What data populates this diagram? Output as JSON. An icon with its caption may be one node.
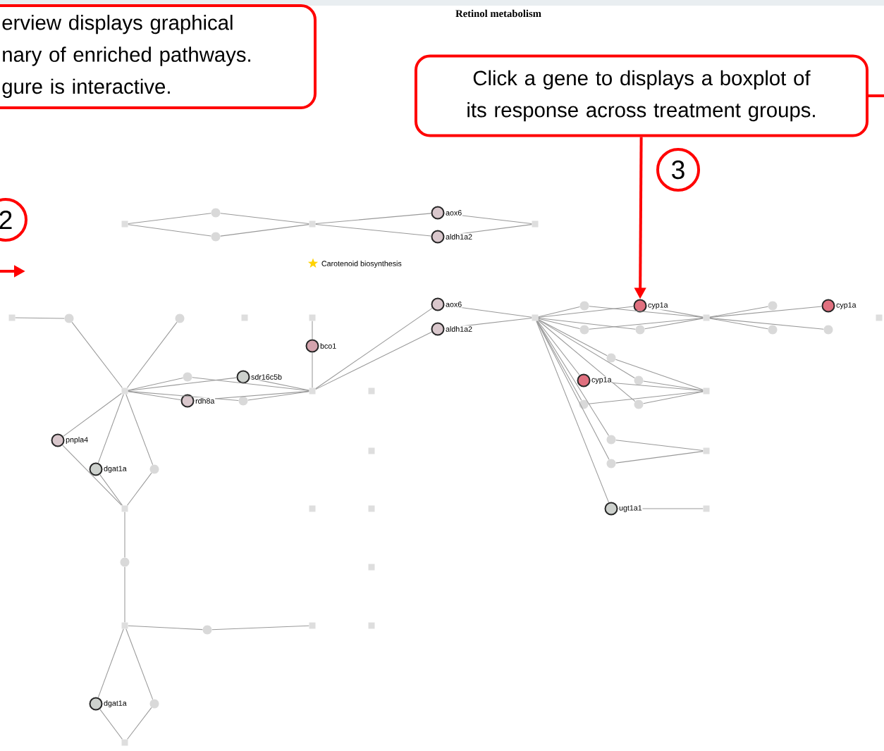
{
  "diagram": {
    "title": "Retinol metabolism",
    "nodes": [
      {
        "text": [
          "erview displays graphical nary of enriched pathways. gure is interactive."
        ]
      },
      {
        "text": [
          "Click a gene to displays a boxplot of its response across treatment groups."
        ]
      },
      {
        "text": [
          "3"
        ]
      },
      {
        "text": [
          "2"
        ]
      },
      {
        "text": [],
        "shape": "box"
      },
      {
        "text": [],
        "shape": "circle"
      },
      {
        "text": [],
        "shape": "circle"
      },
      {
        "text": [],
        "shape": "box"
      },
      {
        "text": [],
        "shape": "circle",
        "beside": [
          "aox6"
        ]
      },
      {
        "text": [],
        "shape": "circle",
        "beside": [
          "aldh1a2"
        ]
      },
      {
        "text": [],
        "shape": "box"
      },
      {
        "text": [],
        "shape": "box"
      },
      {
        "text": [],
        "shape": "circle"
      },
      {
        "text": [],
        "shape": "circle"
      },
      {
        "text": [],
        "shape": "box"
      },
      {
        "text": [],
        "shape": "box"
      },
      {
        "text": [],
        "shape": "circle",
        "beside": [
          "aox6"
        ]
      },
      {
        "text": [],
        "shape": "circle",
        "beside": [
          "aldh1a2"
        ]
      },
      {
        "text": [],
        "shape": "box"
      },
      {
        "text": [],
        "shape": "circle"
      },
      {
        "text": [],
        "shape": "circle",
        "beside": [
          "cyp1a"
        ]
      },
      {
        "text": [],
        "shape": "circle"
      },
      {
        "text": [],
        "shape": "circle"
      },
      {
        "text": [],
        "shape": "box"
      },
      {
        "text": [],
        "shape": "circle"
      },
      {
        "text": [],
        "shape": "circle",
        "beside": [
          "cyp1a"
        ]
      },
      {
        "text": [],
        "shape": "circle"
      },
      {
        "text": [],
        "shape": "circle"
      },
      {
        "text": [],
        "shape": "box"
      },
      {
        "text": [],
        "shape": "circle",
        "beside": [
          "bco1"
        ]
      },
      {
        "text": [],
        "shape": "circle"
      },
      {
        "text": [],
        "shape": "circle"
      },
      {
        "text": [],
        "shape": "circle",
        "beside": [
          "sdr16c5b"
        ]
      },
      {
        "text": [],
        "shape": "circle",
        "beside": [
          "cyp1a"
        ]
      },
      {
        "text": [],
        "shape": "circle"
      },
      {
        "text": [],
        "shape": "box"
      },
      {
        "text": [],
        "shape": "box"
      },
      {
        "text": [],
        "shape": "box"
      },
      {
        "text": [],
        "shape": "box"
      },
      {
        "text": [],
        "shape": "circle",
        "beside": [
          "rdh8a"
        ]
      },
      {
        "text": [],
        "shape": "circle"
      },
      {
        "text": [],
        "shape": "circle"
      },
      {
        "text": [],
        "shape": "circle"
      },
      {
        "text": [],
        "shape": "circle"
      },
      {
        "text": [],
        "shape": "circle",
        "beside": [
          "pnpla4"
        ]
      },
      {
        "text": [],
        "shape": "box"
      },
      {
        "text": [],
        "shape": "box"
      },
      {
        "text": [],
        "shape": "circle"
      },
      {
        "text": [],
        "shape": "circle",
        "beside": [
          "dgat1a"
        ]
      },
      {
        "text": [],
        "shape": "circle"
      },
      {
        "text": [],
        "shape": "box"
      },
      {
        "text": [],
        "shape": "box"
      },
      {
        "text": [],
        "shape": "box"
      },
      {
        "text": [],
        "shape": "circle",
        "beside": [
          "ugt1a1"
        ]
      },
      {
        "text": [],
        "shape": "box"
      },
      {
        "text": [],
        "shape": "circle"
      },
      {
        "text": [],
        "shape": "box"
      },
      {
        "text": [],
        "shape": "box"
      },
      {
        "text": [],
        "shape": "circle"
      },
      {
        "text": [],
        "shape": "box"
      },
      {
        "text": [],
        "shape": "box"
      },
      {
        "text": [],
        "shape": "circle",
        "beside": [
          "dgat1a"
        ]
      },
      {
        "text": [],
        "shape": "circle"
      },
      {
        "text": [],
        "shape": "box"
      }
    ],
    "edges": [
      {
        "from": 1,
        "to": 20,
        "arrow": "to",
        "style": "thick",
        "color": "#ff0000"
      },
      {
        "from": 1,
        "to": null,
        "arrow": "none",
        "style": "thick",
        "color": "#ff0000"
      },
      {
        "from": 4,
        "to": 5,
        "arrow": "none"
      },
      {
        "from": 4,
        "to": 6,
        "arrow": "none"
      },
      {
        "from": 5,
        "to": 7,
        "arrow": "none"
      },
      {
        "from": 6,
        "to": 7,
        "arrow": "none"
      },
      {
        "from": 7,
        "to": 8,
        "arrow": "none"
      },
      {
        "from": 7,
        "to": 9,
        "arrow": "none"
      },
      {
        "from": 8,
        "to": 10,
        "arrow": "none"
      },
      {
        "from": 9,
        "to": 10,
        "arrow": "none"
      },
      {
        "from": 11,
        "to": 12,
        "arrow": "none"
      },
      {
        "from": 12,
        "to": 35,
        "arrow": "none"
      },
      {
        "from": 13,
        "to": 35,
        "arrow": "none"
      },
      {
        "from": 35,
        "to": 31,
        "arrow": "none"
      },
      {
        "from": 31,
        "to": 36,
        "arrow": "none"
      },
      {
        "from": 35,
        "to": 32,
        "arrow": "none"
      },
      {
        "from": 32,
        "to": 36,
        "arrow": "none"
      },
      {
        "from": 35,
        "to": 39,
        "arrow": "none"
      },
      {
        "from": 39,
        "to": 36,
        "arrow": "none"
      },
      {
        "from": 35,
        "to": 40,
        "arrow": "none"
      },
      {
        "from": 40,
        "to": 36,
        "arrow": "none"
      },
      {
        "from": 15,
        "to": 29,
        "arrow": "none"
      },
      {
        "from": 29,
        "to": 36,
        "arrow": "none"
      },
      {
        "from": 36,
        "to": 16,
        "arrow": "none"
      },
      {
        "from": 36,
        "to": 17,
        "arrow": "none"
      },
      {
        "from": 16,
        "to": 18,
        "arrow": "none"
      },
      {
        "from": 17,
        "to": 18,
        "arrow": "none"
      },
      {
        "from": 18,
        "to": 19,
        "arrow": "none"
      },
      {
        "from": 19,
        "to": 23,
        "arrow": "none"
      },
      {
        "from": 18,
        "to": 20,
        "arrow": "none"
      },
      {
        "from": 20,
        "to": 23,
        "arrow": "none"
      },
      {
        "from": 18,
        "to": 21,
        "arrow": "none"
      },
      {
        "from": 21,
        "to": 23,
        "arrow": "none"
      },
      {
        "from": 18,
        "to": 22,
        "arrow": "none"
      },
      {
        "from": 22,
        "to": 23,
        "arrow": "none"
      },
      {
        "from": 23,
        "to": 24,
        "arrow": "none"
      },
      {
        "from": 23,
        "to": 25,
        "arrow": "none"
      },
      {
        "from": 23,
        "to": 26,
        "arrow": "none"
      },
      {
        "from": 23,
        "to": 27,
        "arrow": "none"
      },
      {
        "from": 18,
        "to": 30,
        "arrow": "none"
      },
      {
        "from": 30,
        "to": 38,
        "arrow": "none"
      },
      {
        "from": 18,
        "to": 34,
        "arrow": "none"
      },
      {
        "from": 34,
        "to": 38,
        "arrow": "none"
      },
      {
        "from": 18,
        "to": 33,
        "arrow": "none"
      },
      {
        "from": 33,
        "to": 38,
        "arrow": "none"
      },
      {
        "from": 18,
        "to": 41,
        "arrow": "none"
      },
      {
        "from": 41,
        "to": 38,
        "arrow": "none"
      },
      {
        "from": 18,
        "to": 42,
        "arrow": "none"
      },
      {
        "from": 42,
        "to": 38,
        "arrow": "none"
      },
      {
        "from": 18,
        "to": 43,
        "arrow": "none"
      },
      {
        "from": 43,
        "to": 46,
        "arrow": "none"
      },
      {
        "from": 18,
        "to": 47,
        "arrow": "none"
      },
      {
        "from": 47,
        "to": 46,
        "arrow": "none"
      },
      {
        "from": 18,
        "to": 53,
        "arrow": "none"
      },
      {
        "from": 53,
        "to": 54,
        "arrow": "none"
      },
      {
        "from": 35,
        "to": 44,
        "arrow": "none"
      },
      {
        "from": 35,
        "to": 48,
        "arrow": "none"
      },
      {
        "from": 35,
        "to": 49,
        "arrow": "none"
      },
      {
        "from": 44,
        "to": 50,
        "arrow": "none"
      },
      {
        "from": 48,
        "to": 50,
        "arrow": "none"
      },
      {
        "from": 49,
        "to": 50,
        "arrow": "none"
      },
      {
        "from": 50,
        "to": 55,
        "arrow": "none"
      },
      {
        "from": 55,
        "to": 57,
        "arrow": "none"
      },
      {
        "from": 57,
        "to": 58,
        "arrow": "none"
      },
      {
        "from": 58,
        "to": 59,
        "arrow": "none"
      },
      {
        "from": 57,
        "to": 61,
        "arrow": "none"
      },
      {
        "from": 57,
        "to": 62,
        "arrow": "none"
      },
      {
        "from": 61,
        "to": 63,
        "arrow": "none"
      },
      {
        "from": 62,
        "to": 63,
        "arrow": "none"
      }
    ],
    "labels": [
      "Carotenoid biosynthesis"
    ]
  }
}
